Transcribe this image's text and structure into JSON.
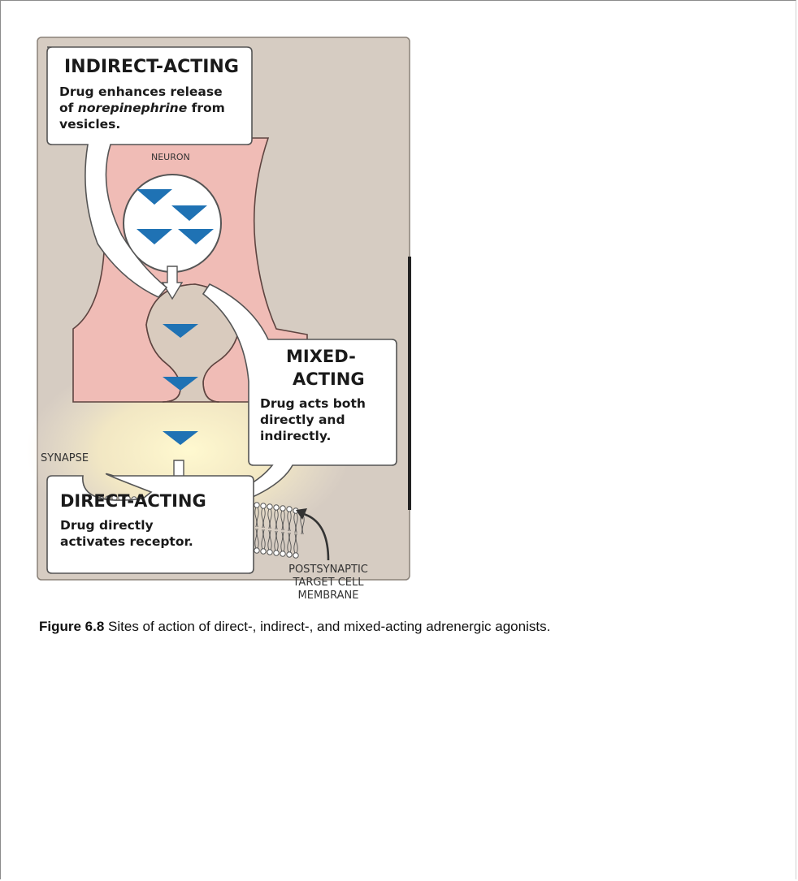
{
  "figure": {
    "indirect": {
      "title": "INDIRECT-ACTING",
      "lines": [
        "Drug enhances release",
        "of ",
        "norepinephrine",
        " from",
        "vesicles."
      ]
    },
    "neuron_label": "NEURON",
    "mixed": {
      "title_lines": [
        "MIXED-",
        "ACTING"
      ],
      "lines": [
        "Drug acts both",
        "directly and",
        "indirectly."
      ]
    },
    "synapse_label": "SYNAPSE",
    "membrane_label_lines": [
      "POSTSYNAPTIC",
      "TARGET CELL",
      "MEMBRANE"
    ],
    "direct": {
      "title": "DIRECT-ACTING",
      "lines": [
        "Drug directly",
        "activates receptor."
      ]
    }
  },
  "caption": {
    "label": "Figure 6.8",
    "text": " Sites of action of direct-, indirect-, and mixed-acting adrenergic agonists."
  },
  "colors": {
    "panel": "#d6ccc2",
    "neuron": "#f0bcb6",
    "neurotransmitter": "#1f72b4",
    "receptor": "#e5b21d",
    "synapse_glow": "#fff8c8"
  }
}
